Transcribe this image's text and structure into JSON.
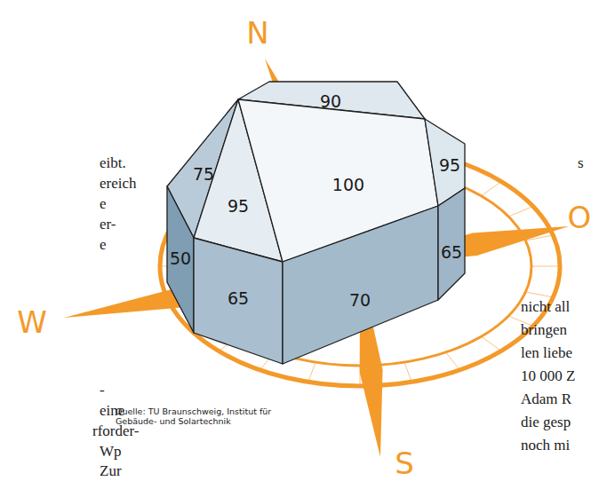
{
  "diagram": {
    "caption": "Quelle: TU Braunschweig, Institut für Gebäude- und Solartechnik",
    "nodes": [
      {
        "text": [
          "90"
        ]
      },
      {
        "text": [
          "75"
        ]
      },
      {
        "text": [
          "95"
        ]
      },
      {
        "text": [
          "100"
        ]
      },
      {
        "text": [
          "95"
        ]
      },
      {
        "text": [
          "50"
        ]
      },
      {
        "text": [
          "65"
        ]
      },
      {
        "text": [
          "70"
        ]
      },
      {
        "text": [
          "65"
        ]
      }
    ],
    "labels": [
      "N",
      "O",
      "S",
      "W",
      "eibt.",
      "ereich",
      "e",
      "er-",
      "e",
      "-",
      "eine",
      "rforder-",
      "Wp",
      "Zur",
      "s",
      "nicht all",
      "bringen",
      "len liebe",
      "10 000 Z",
      "Adam R",
      "die gesp",
      "noch mi"
    ]
  }
}
